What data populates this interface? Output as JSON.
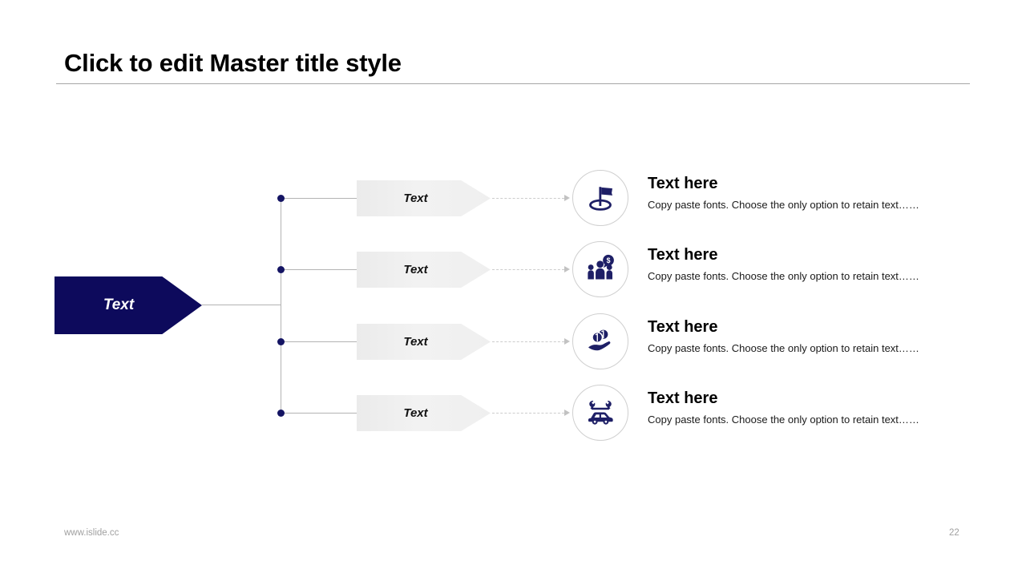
{
  "slide": {
    "title": "Click to edit Master title style",
    "accent_navy": "#0d0a5c",
    "dot_navy": "#141463",
    "line_gray": "#b3b3b3",
    "chevron_gray": "#f0f0f0",
    "circle_border": "#cfcfcf"
  },
  "root": {
    "label": "Text"
  },
  "rows": [
    {
      "step_label": "Text",
      "icon": "golf-flag-icon",
      "heading": "Text here",
      "body": "Copy paste fonts. Choose the only option to retain text……"
    },
    {
      "step_label": "Text",
      "icon": "people-money-icon",
      "heading": "Text here",
      "body": "Copy paste fonts. Choose the only option to retain text……"
    },
    {
      "step_label": "Text",
      "icon": "hand-coins-icon",
      "heading": "Text here",
      "body": "Copy paste fonts. Choose the only option to retain text……"
    },
    {
      "step_label": "Text",
      "icon": "car-repair-icon",
      "heading": "Text here",
      "body": "Copy paste fonts. Choose the only option to retain text……"
    }
  ],
  "footer": {
    "url": "www.islide.cc",
    "page_number": "22"
  }
}
